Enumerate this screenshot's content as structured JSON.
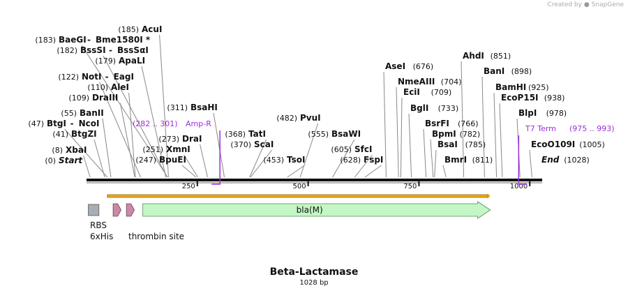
{
  "credit": {
    "prefix": "Created by",
    "brand": "SnapGene"
  },
  "plasmid": {
    "name": "Beta-Lactamase",
    "size_label": "1028 bp",
    "length": 1028
  },
  "scale_ticks": [
    {
      "pos": 250,
      "label": "250"
    },
    {
      "pos": 500,
      "label": "500"
    },
    {
      "pos": 750,
      "label": "750"
    },
    {
      "pos": 1000,
      "label": "1000"
    }
  ],
  "sites_left": [
    {
      "id": "start",
      "name": "Start",
      "pos_label": "(0)",
      "cut": 0,
      "italic": true
    },
    {
      "id": "xbai",
      "name": "XbaI",
      "pos_label": "(8)",
      "cut": 8
    },
    {
      "id": "btgzi",
      "name": "BtgZI",
      "pos_label": "(41)",
      "cut": 41
    },
    {
      "id": "btgi",
      "name": "BtgI",
      "pos_label": "(47)",
      "cut": 47,
      "sep": "-",
      "name2": "NcoI"
    },
    {
      "id": "banii",
      "name": "BanII",
      "pos_label": "(55)",
      "cut": 55
    },
    {
      "id": "draiii",
      "name": "DraIII",
      "pos_label": "(109)",
      "cut": 109
    },
    {
      "id": "alei",
      "name": "AleI",
      "pos_label": "(110)",
      "cut": 110
    },
    {
      "id": "noti",
      "name": "NotI",
      "pos_label": "(122)",
      "cut": 122,
      "sep": "-",
      "name2": "EagI"
    },
    {
      "id": "apali",
      "name": "ApaLI",
      "pos_label": "(179)",
      "cut": 179
    },
    {
      "id": "bsssi",
      "name": "BssSI",
      "pos_label": "(182)",
      "cut": 182,
      "sep": "-",
      "name2": "BssSαI"
    },
    {
      "id": "baegi",
      "name": "BaeGI",
      "pos_label": "(183)",
      "cut": 183,
      "sep": "-",
      "name2": "Bme1580I *"
    },
    {
      "id": "acui",
      "name": "AcuI",
      "pos_label": "(185)",
      "cut": 185
    },
    {
      "id": "bpuei",
      "name": "BpuEI",
      "pos_label": "(247)",
      "cut": 247
    },
    {
      "id": "xmni",
      "name": "XmnI",
      "pos_label": "(251)",
      "cut": 251
    },
    {
      "id": "drai",
      "name": "DraI",
      "pos_label": "(273)",
      "cut": 273
    },
    {
      "id": "bsahi",
      "name": "BsaHI",
      "pos_label": "(311)",
      "cut": 311
    }
  ],
  "sites_mid": [
    {
      "id": "tati",
      "name": "TatI",
      "pos_label": "(368)",
      "cut": 368
    },
    {
      "id": "scai",
      "name": "ScaI",
      "pos_label": "(370)",
      "cut": 370
    },
    {
      "id": "tsoi",
      "name": "TsoI",
      "pos_label": "(453)",
      "cut": 453
    },
    {
      "id": "pvui",
      "name": "PvuI",
      "pos_label": "(482)",
      "cut": 482
    },
    {
      "id": "bsawi",
      "name": "BsaWI",
      "pos_label": "(555)",
      "cut": 555
    },
    {
      "id": "sfci",
      "name": "SfcI",
      "pos_label": "(605)",
      "cut": 605
    },
    {
      "id": "fspi",
      "name": "FspI",
      "pos_label": "(628)",
      "cut": 628
    }
  ],
  "sites_right": [
    {
      "id": "asei",
      "name": "AseI",
      "pos_label": "(676)",
      "cut": 676
    },
    {
      "id": "nmeaiii",
      "name": "NmeAIII",
      "pos_label": "(704)",
      "cut": 704
    },
    {
      "id": "ecii",
      "name": "EciI",
      "pos_label": "(709)",
      "cut": 709
    },
    {
      "id": "bgli",
      "name": "BglI",
      "pos_label": "(733)",
      "cut": 733
    },
    {
      "id": "bsrfi",
      "name": "BsrFI",
      "pos_label": "(766)",
      "cut": 766
    },
    {
      "id": "bpmi",
      "name": "BpmI",
      "pos_label": "(782)",
      "cut": 782
    },
    {
      "id": "bsai",
      "name": "BsaI",
      "pos_label": "(785)",
      "cut": 785
    },
    {
      "id": "bmri",
      "name": "BmrI",
      "pos_label": "(811)",
      "cut": 811
    },
    {
      "id": "ahdi",
      "name": "AhdI",
      "pos_label": "(851)",
      "cut": 851
    },
    {
      "id": "bani",
      "name": "BanI",
      "pos_label": "(898)",
      "cut": 898
    },
    {
      "id": "bamhi",
      "name": "BamHI",
      "pos_label": "(925)",
      "cut": 925
    },
    {
      "id": "ecop15i",
      "name": "EcoP15I",
      "pos_label": "(938)",
      "cut": 938
    },
    {
      "id": "blpi",
      "name": "BlpI",
      "pos_label": "(978)",
      "cut": 978
    },
    {
      "id": "ecoo109i",
      "name": "EcoO109I",
      "pos_label": "(1005)",
      "cut": 1005
    },
    {
      "id": "end",
      "name": "End",
      "pos_label": "(1028)",
      "cut": 1028,
      "italic": true
    }
  ],
  "primers": [
    {
      "id": "amp-r",
      "name": "Amp-R",
      "range_label": "(282 .. 301)",
      "start": 282,
      "end": 301
    },
    {
      "id": "t7-term",
      "name": "T7 Term",
      "range_label": "(975 .. 993)",
      "start": 975,
      "end": 993
    }
  ],
  "orf": {
    "start": 47,
    "end": 911,
    "color": "#f0a818"
  },
  "features": [
    {
      "id": "rbs",
      "label": "RBS",
      "type": "box",
      "start": 4,
      "end": 28,
      "color": "#a8aeb4"
    },
    {
      "id": "6xhis",
      "label": "6xHis",
      "type": "arrow",
      "start": 60,
      "end": 78,
      "color": "#c98aa7"
    },
    {
      "id": "thrombin",
      "label": "thrombin site",
      "type": "arrow",
      "start": 90,
      "end": 108,
      "color": "#c98aa7"
    },
    {
      "id": "bla",
      "label": "bla(M)",
      "type": "arrow",
      "start": 127,
      "end": 911,
      "color": "#c5f7c6"
    }
  ],
  "colors": {
    "primer": "#9b2fd6",
    "backbone": "#111111",
    "orf": "#f0a818",
    "line": "#888888"
  }
}
